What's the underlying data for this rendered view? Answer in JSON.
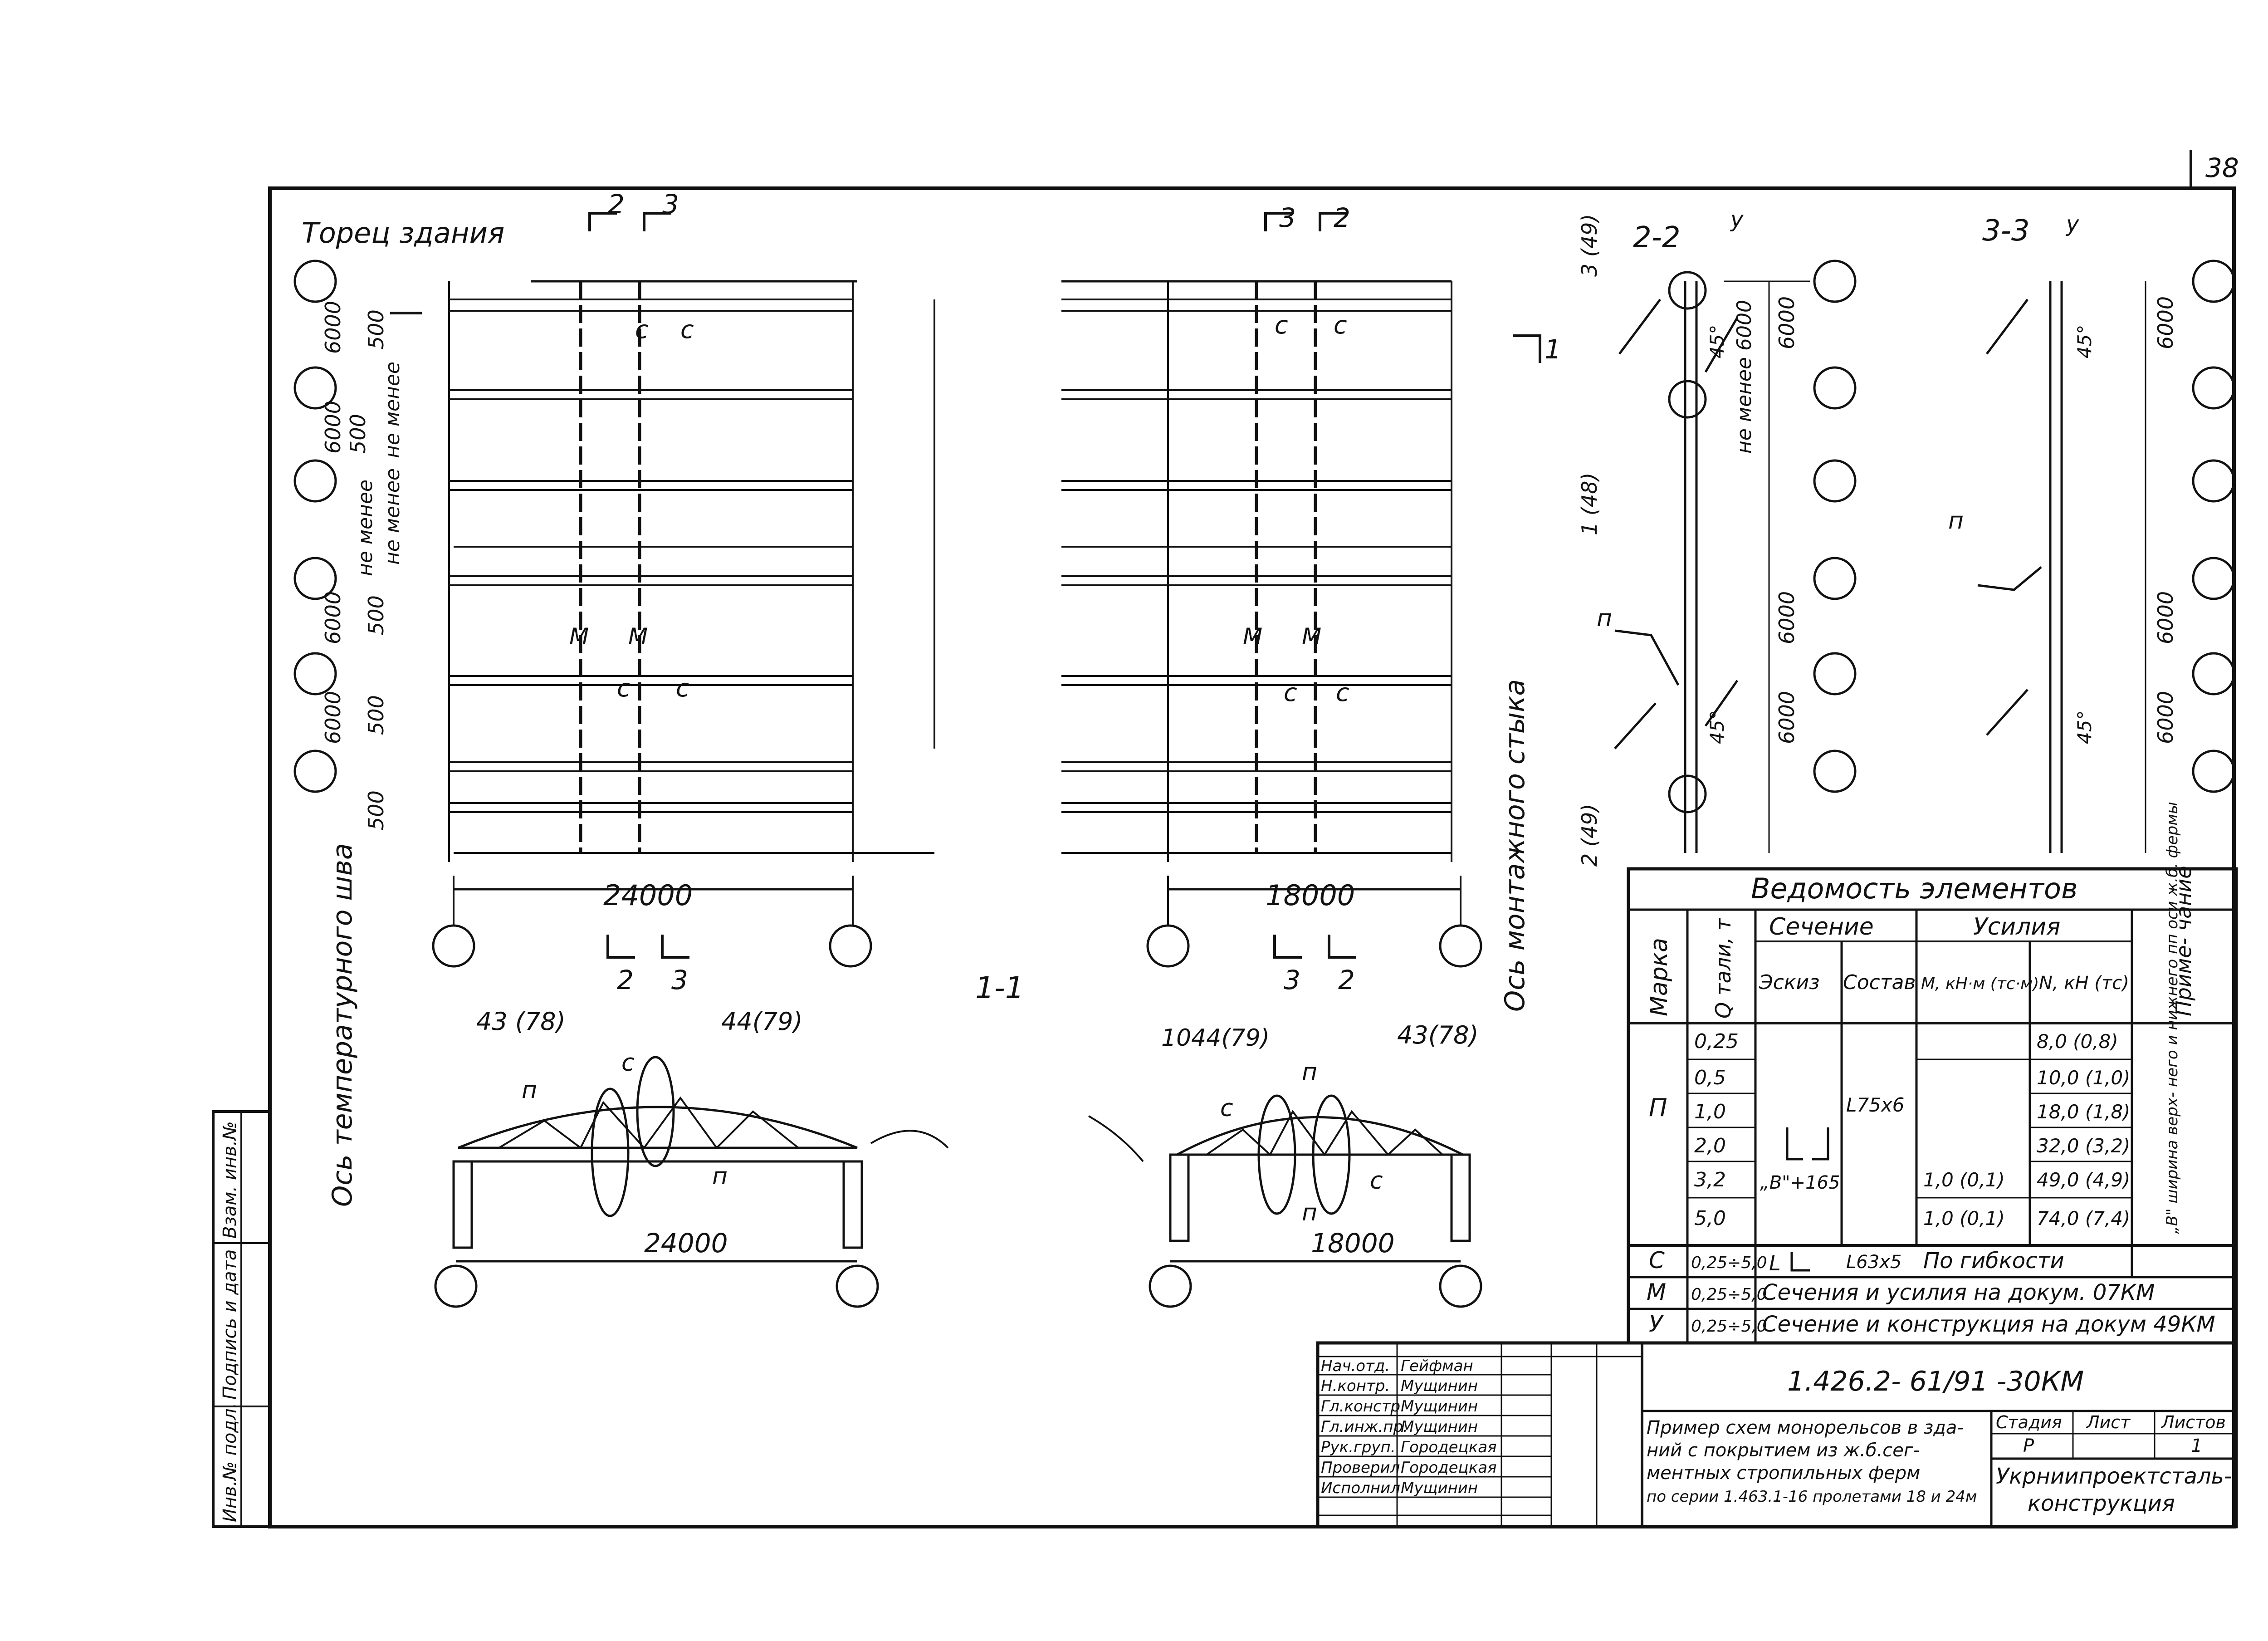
{
  "sheet_number": "38",
  "plan": {
    "torets_label": "Торец здания",
    "axis_temp_label": "Ось температурного шва",
    "axis_mont_label": "Ось монтажного стыка",
    "span_left": "24000",
    "span_right": "18000",
    "dim_6000": "6000",
    "dim_500": "500",
    "dim_ne_menee": "не менее",
    "section_2": "2",
    "section_3": "3",
    "section_1": "1",
    "label_c": "с",
    "label_m": "М",
    "label_p": "п",
    "label_u": "у",
    "angle_45": "45°"
  },
  "section_1_1": {
    "title": "1-1",
    "left_node_a": "43 (78)",
    "left_node_b": "44(79)",
    "right_node_a": "1044(79)",
    "right_node_b": "43(78)",
    "span_left": "24000",
    "span_right": "18000"
  },
  "section_2_2": {
    "title": "2-2",
    "ref_top": "3 (49)",
    "ref_mid": "1 (48)",
    "ref_bot": "2 (49)",
    "dim_ne_menee_6000": "не менее 6000"
  },
  "section_3_3": {
    "title": "3-3"
  },
  "schedule": {
    "title": "Ведомость элементов",
    "head": {
      "marka": "Марка",
      "q": "Q тали, т",
      "sechenie": "Сечение",
      "eskiz": "Эскиз",
      "sostav": "Состав",
      "usiliya": "Усилия",
      "m": "М, кН·м (тс·м)",
      "n": "N, кН (тс)",
      "prim": "Приме- чание"
    },
    "p_mark": "П",
    "p_rows": [
      {
        "q": "0,25",
        "m": "",
        "n": "8,0 (0,8)"
      },
      {
        "q": "0,5",
        "m": "",
        "n": "10,0 (1,0)"
      },
      {
        "q": "1,0",
        "m": "",
        "n": "18,0 (1,8)"
      },
      {
        "q": "2,0",
        "m": "",
        "n": "32,0 (3,2)"
      },
      {
        "q": "3,2",
        "m": "1,0 (0,1)",
        "n": "49,0 (4,9)"
      },
      {
        "q": "5,0",
        "m": "1,0 (0,1)",
        "n": "74,0 (7,4)"
      }
    ],
    "p_eskiz": "„В\"+165",
    "p_sostav": "L75х6",
    "p_note": "„В\" ширина верх- него и нижнего пп оси ж.б. фермы",
    "rows": [
      {
        "mark": "С",
        "q": "0,25÷5,0",
        "eskiz": "L",
        "sostav": "L63х5",
        "text": "По гибкости"
      },
      {
        "mark": "М",
        "q": "0,25÷5,0",
        "text": "Сечения и усилия на докум. 07КМ"
      },
      {
        "mark": "У",
        "q": "0,25÷5,0",
        "text": "Сечение и конструкция на докум 49КМ"
      }
    ]
  },
  "title_block": {
    "doc_code": "1.426.2- 61/91 -30КМ",
    "roles": [
      {
        "role": "Нач.отд.",
        "name": "Гейфман"
      },
      {
        "role": "Н.контр.",
        "name": "Мущинин"
      },
      {
        "role": "Гл.констр.",
        "name": "Мущинин"
      },
      {
        "role": "Гл.инж.пр.",
        "name": "Мущинин"
      },
      {
        "role": "Рук.груп.",
        "name": "Городецкая"
      },
      {
        "role": "Проверил",
        "name": "Городецкая"
      },
      {
        "role": "Исполнил",
        "name": "Мущинин"
      }
    ],
    "description_lines": [
      "Пример схем монорельсов в зда-",
      "ний с покрытием из ж.б.сег-",
      "ментных стропильных ферм",
      "по серии 1.463.1-16 пролетами 18 и 24м"
    ],
    "stage_label": "Стадия",
    "sheet_label": "Лист",
    "sheets_label": "Листов",
    "stage": "Р",
    "sheet": "",
    "sheets": "1",
    "org_lines": [
      "Укрниипроектсталь-",
      "конструкция"
    ]
  },
  "side_stamp": [
    "Инв.№ подл.",
    "Подпись и дата",
    "Взам. инв.№"
  ]
}
